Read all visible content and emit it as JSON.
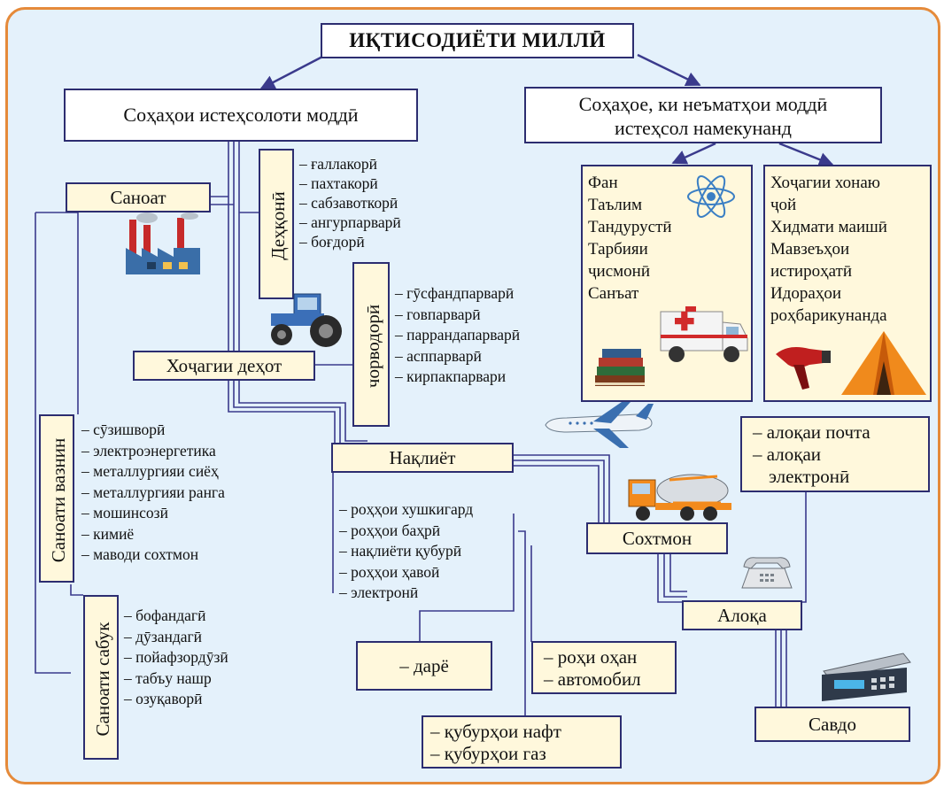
{
  "title": "ИҚТИСОДИЁТИ МИЛЛӢ",
  "material": "Соҳаҳои истеҳсолоти моддӣ",
  "nonmaterial": [
    "Соҳаҳое, ки неъматҳои моддӣ",
    "истеҳсол намекунанд"
  ],
  "services_a": [
    "Фан",
    "Таълим",
    "Тандурустӣ",
    "Тарбияи",
    "ҷисмонӣ",
    "Санъат"
  ],
  "services_b": [
    "Хоҷагии хонаю",
    "ҷой",
    "Хидмати маишӣ",
    "Мавзеъҳои",
    "истироҳатӣ",
    "Идораҳои",
    "роҳбарикунанда"
  ],
  "sanoat": "Саноат",
  "dehqoni": {
    "label": "Деҳқонӣ",
    "items": [
      "ғаллакорӣ",
      "пахтакорӣ",
      "сабзавоткорӣ",
      "ангурпарварӣ",
      "боғдорӣ"
    ]
  },
  "chorvodori": {
    "label": "чорводорӣ",
    "items": [
      "гӯсфандпарварӣ",
      "говпарварӣ",
      "паррандапарварӣ",
      "асппарварӣ",
      "кирпакпарвари"
    ]
  },
  "agriculture": "Хоҷагии деҳот",
  "heavy": {
    "label": "Саноати вазнин",
    "items": [
      "сӯзишворӣ",
      "электроэнергетика",
      "металлургияи сиёҳ",
      "металлургияи ранга",
      "мошинсозӣ",
      "кимиё",
      "маводи сохтмон"
    ]
  },
  "light": {
    "label": "Саноати сабук",
    "items": [
      "бофандагӣ",
      "дӯзандагӣ",
      "пойафзордӯзӣ",
      "табъу нашр",
      "озуқаворӣ"
    ]
  },
  "transport": {
    "label": "Нақлиёт",
    "items": [
      "роҳҳои хушкигард",
      "роҳҳои баҳрӣ",
      "нақлиёти қубурӣ",
      "роҳҳои ҳавоӣ",
      "электронӣ"
    ]
  },
  "river": "– дарё",
  "railway_auto": [
    "– роҳи оҳан",
    "– автомобил"
  ],
  "pipes": [
    "– қубурҳои нафт",
    "– қубурҳои газ"
  ],
  "construction": "Сохтмон",
  "postal": [
    "– алоқаи почта",
    "– алоқаи",
    "электронӣ"
  ],
  "communication": "Алоқа",
  "trade": "Савдо",
  "colors": {
    "frame": "#e58a3a",
    "background": "#e4f1fb",
    "box_fill": "#fff8dc",
    "box_border": "#2c2d70",
    "arrow": "#3a3a8c",
    "wire": "#3a3a8c"
  }
}
